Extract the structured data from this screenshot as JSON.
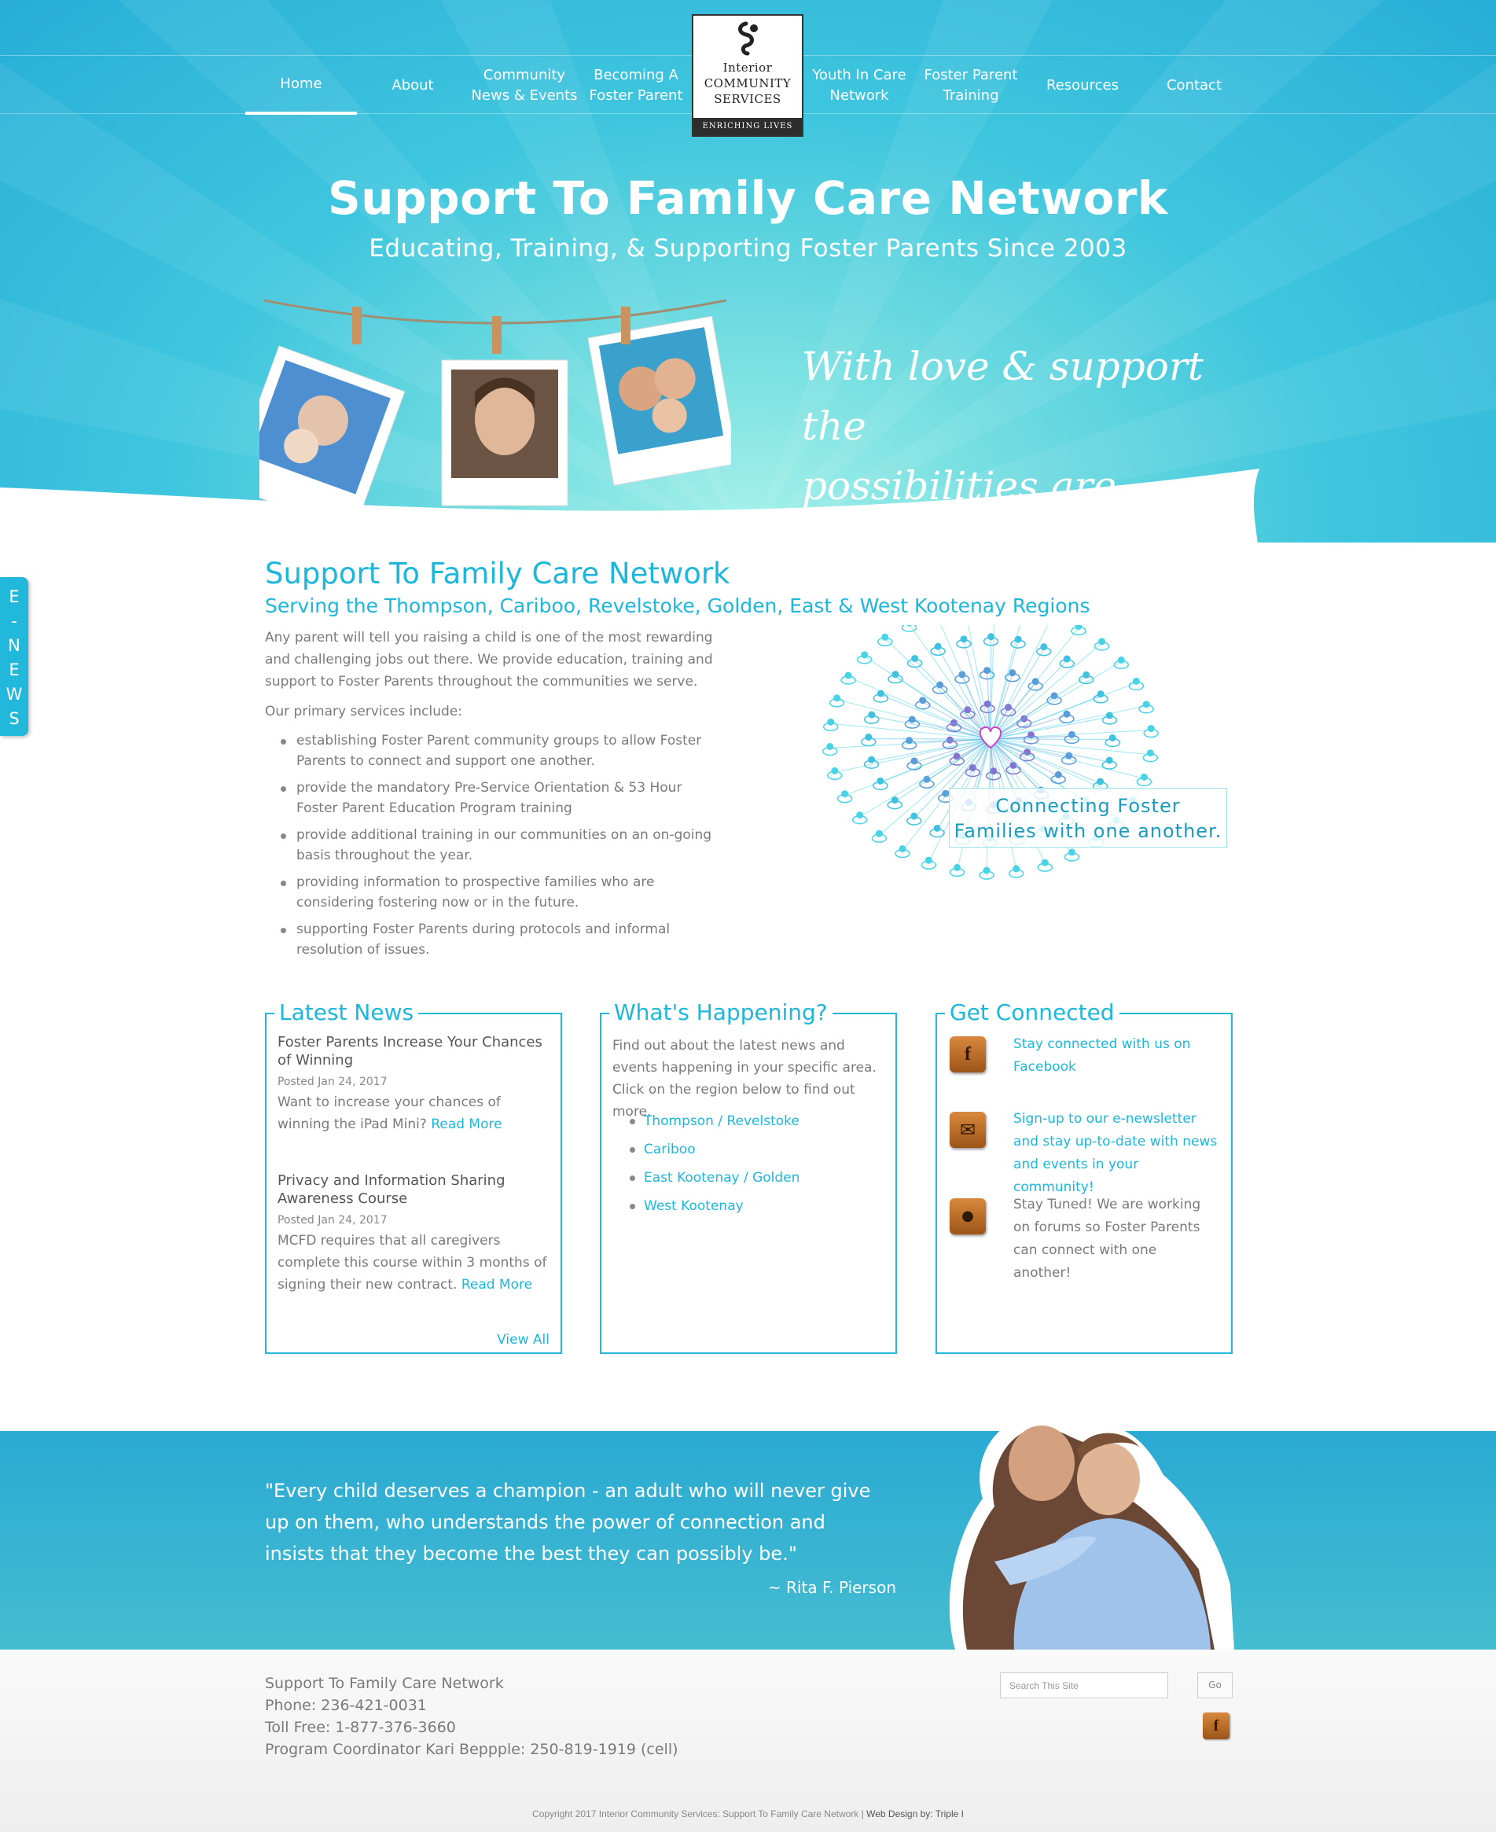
{
  "nav": {
    "items": [
      {
        "label": "Home"
      },
      {
        "label": "About"
      },
      {
        "label": "Community\nNews & Events"
      },
      {
        "label": "Becoming A\nFoster Parent"
      },
      {
        "label": "Youth In Care\nNetwork"
      },
      {
        "label": "Foster Parent\nTraining"
      },
      {
        "label": "Resources"
      },
      {
        "label": "Contact"
      }
    ],
    "active": "Home"
  },
  "logo": {
    "name_line1": "Interior",
    "name_line2": "Community",
    "name_line3": "Services",
    "tagline": "ENRICHING LIVES"
  },
  "hero": {
    "title": "Support To Family Care Network",
    "subtitle": "Educating, Training, & Supporting Foster Parents Since 2003",
    "script_line1": "With love & support the",
    "script_line2": "possibilities are endless..."
  },
  "enews": {
    "letters": [
      "E",
      "-",
      "N",
      "E",
      "W",
      "S"
    ]
  },
  "intro": {
    "title": "Support To Family Care Network",
    "subtitle": "Serving the Thompson, Cariboo, Revelstoke, Golden, East & West Kootenay Regions",
    "paragraph": "Any parent will tell you raising a child is one of the most rewarding and challenging jobs out there. We provide education, training and support to Foster Parents throughout the communities we serve.",
    "services_intro": "Our primary services include:",
    "services": [
      "establishing Foster Parent community groups to allow Foster Parents to connect and support one another.",
      "provide the mandatory Pre-Service Orientation & 53 Hour Foster Parent Education Program training",
      "provide additional training in our communities on an on-going basis throughout the year.",
      "providing information to prospective families who are considering fostering now or in the future.",
      "supporting Foster Parents during protocols and informal resolution of issues."
    ],
    "image_caption_line1": "Connecting Foster",
    "image_caption_line2": "Families with one another."
  },
  "latest_news": {
    "heading": "Latest News",
    "items": [
      {
        "title": "Foster Parents Increase Your Chances of Winning",
        "date": "Posted Jan 24, 2017",
        "body": "Want to increase your chances of winning the iPad Mini?",
        "link": "Read More"
      },
      {
        "title": "Privacy and Information Sharing Awareness Course",
        "date": "Posted Jan 24, 2017",
        "body": "MCFD requires that all caregivers complete this course within 3 months of signing their new contract.",
        "link": "Read More"
      }
    ],
    "view_all": "View All"
  },
  "whats_happening": {
    "heading": "What's Happening?",
    "text": "Find out about the latest news and events happening in your specific area. Click on the region below to find out more.",
    "regions": [
      "Thompson / Revelstoke",
      "Cariboo",
      "East Kootenay / Golden",
      "West Kootenay"
    ]
  },
  "get_connected": {
    "heading": "Get Connected",
    "items": [
      {
        "icon": "facebook-icon",
        "glyph": "f",
        "text": "Stay connected with us on Facebook",
        "linked": true
      },
      {
        "icon": "envelope-icon",
        "glyph": "✉",
        "text": "Sign-up to our e-newsletter and stay up-to-date with news and events in your community!",
        "linked": true
      },
      {
        "icon": "speech-bubble-icon",
        "glyph": "●",
        "text": "Stay Tuned! We are working on forums so Foster Parents can connect with one another!",
        "linked": false
      }
    ]
  },
  "quote": {
    "text": "\"Every child deserves a champion - an adult who will never give up on them, who understands the power of connection and insists that they become the best they can possibly be.\"",
    "author": "~ Rita F. Pierson"
  },
  "footer": {
    "org": "Support To Family Care Network",
    "phone": "Phone: 236-421-0031",
    "toll_free": "Toll Free: 1-877-376-3660",
    "coordinator": "Program Coordinator Kari Beppple: 250-819-1919 (cell)",
    "search_placeholder": "Search This Site",
    "search_button": "Go",
    "facebook_glyph": "f",
    "copyright": "Copyright 2017 Interior Community Services: Support To Family Care Network",
    "separator": "|",
    "credit": "Web Design by: Triple I"
  },
  "colors": {
    "accent": "#1db7dc",
    "hero_light": "#a3f0ea",
    "hero_dark": "#27aed8",
    "text": "#7a7a7a",
    "icon_wood": "#b8692a"
  }
}
